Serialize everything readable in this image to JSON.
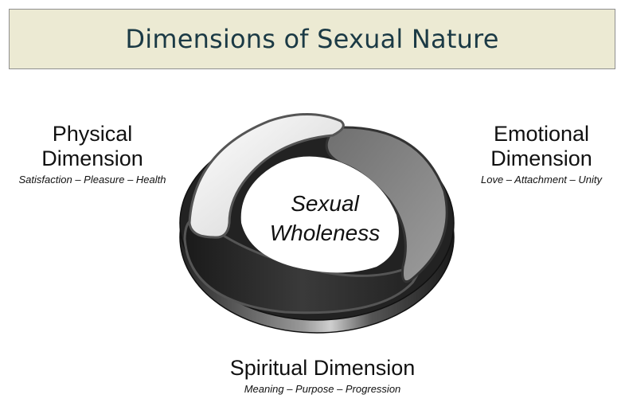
{
  "header": {
    "title": "Dimensions of Sexual Nature"
  },
  "diagram": {
    "center": {
      "line1": "Sexual",
      "line2": "Wholeness"
    },
    "dimensions": [
      {
        "id": "physical",
        "name_line1": "Physical",
        "name_line2": "Dimension",
        "subtitle": "Satisfaction – Pleasure – Health"
      },
      {
        "id": "emotional",
        "name_line1": "Emotional",
        "name_line2": "Dimension",
        "subtitle": "Love – Attachment – Unity"
      },
      {
        "id": "spiritual",
        "name_line1": "Spiritual Dimension",
        "subtitle": "Meaning – Purpose – Progression"
      }
    ],
    "colors": {
      "physical": "#e8e8e8",
      "emotional": "#8a8a8a",
      "spiritual": "#2e2e2e",
      "title_bg": "#ecead3",
      "title_text": "#1b3a45"
    }
  }
}
